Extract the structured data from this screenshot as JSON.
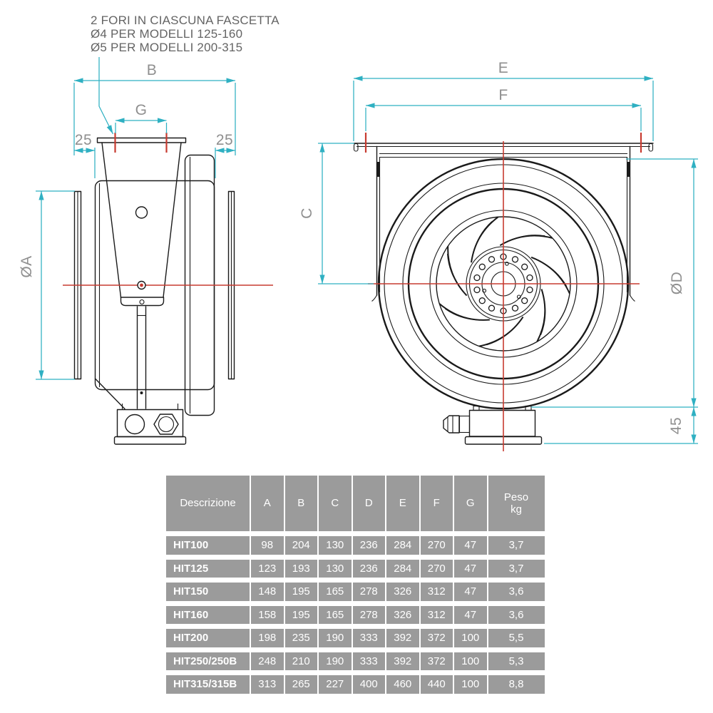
{
  "annotation": {
    "line1": "2 FORI IN CIASCUNA FASCETTA",
    "line2": "Ø4 PER MODELLI 125-160",
    "line3": "Ø5 PER MODELLI 200-315"
  },
  "side_view": {
    "dims": {
      "b": "B",
      "g": "G",
      "clamp_left": "25",
      "clamp_right": "25",
      "diameter": "ØA"
    }
  },
  "front_view": {
    "dims": {
      "e": "E",
      "f": "F",
      "c": "C",
      "diameter": "ØD",
      "box_height": "45"
    }
  },
  "colors": {
    "dimension_line": "#2fb0c2",
    "centerline_red": "#c73b30",
    "outline": "#1a1a1a",
    "table_cell_bg": "#9b9b9b",
    "table_text": "#ffffff",
    "dim_label_text": "#8f8f8f",
    "annotation_text": "#646464",
    "background": "#ffffff"
  },
  "table": {
    "columns": [
      "Descrizione",
      "A",
      "B",
      "C",
      "D",
      "E",
      "F",
      "G",
      "Peso\nkg"
    ],
    "rows": [
      {
        "model": "HIT100",
        "values": [
          "98",
          "204",
          "130",
          "236",
          "284",
          "270",
          "47",
          "3,7"
        ]
      },
      {
        "model": "HIT125",
        "values": [
          "123",
          "193",
          "130",
          "236",
          "284",
          "270",
          "47",
          "3,7"
        ]
      },
      {
        "model": "HIT150",
        "values": [
          "148",
          "195",
          "165",
          "278",
          "326",
          "312",
          "47",
          "3,6"
        ]
      },
      {
        "model": "HIT160",
        "values": [
          "158",
          "195",
          "165",
          "278",
          "326",
          "312",
          "47",
          "3,6"
        ]
      },
      {
        "model": "HIT200",
        "values": [
          "198",
          "235",
          "190",
          "333",
          "392",
          "372",
          "100",
          "5,5"
        ]
      },
      {
        "model": "HIT250/250B",
        "values": [
          "248",
          "210",
          "190",
          "333",
          "392",
          "372",
          "100",
          "5,3"
        ]
      },
      {
        "model": "HIT315/315B",
        "values": [
          "313",
          "265",
          "227",
          "400",
          "460",
          "440",
          "100",
          "8,8"
        ]
      }
    ]
  }
}
